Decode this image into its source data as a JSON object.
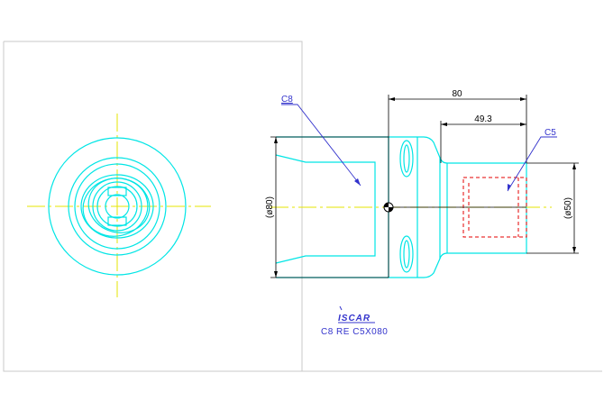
{
  "colors": {
    "background": "#ffffff",
    "frame": "#c8c8c8",
    "outline": "#00e5e5",
    "dimension": "#000000",
    "centerline": "#e6e600",
    "label": "#3333cc",
    "hidden_detail": "#e60000"
  },
  "dimensions": {
    "overall_length": "80",
    "bore_depth": "49.3",
    "outer_diameter": "(ø80)",
    "bore_diameter": "(ø50)"
  },
  "callouts": {
    "left_interface": "C8",
    "right_interface": "C5"
  },
  "title_block": {
    "logo_text": "ISCAR",
    "part_number": "C8 RE C5X080"
  }
}
